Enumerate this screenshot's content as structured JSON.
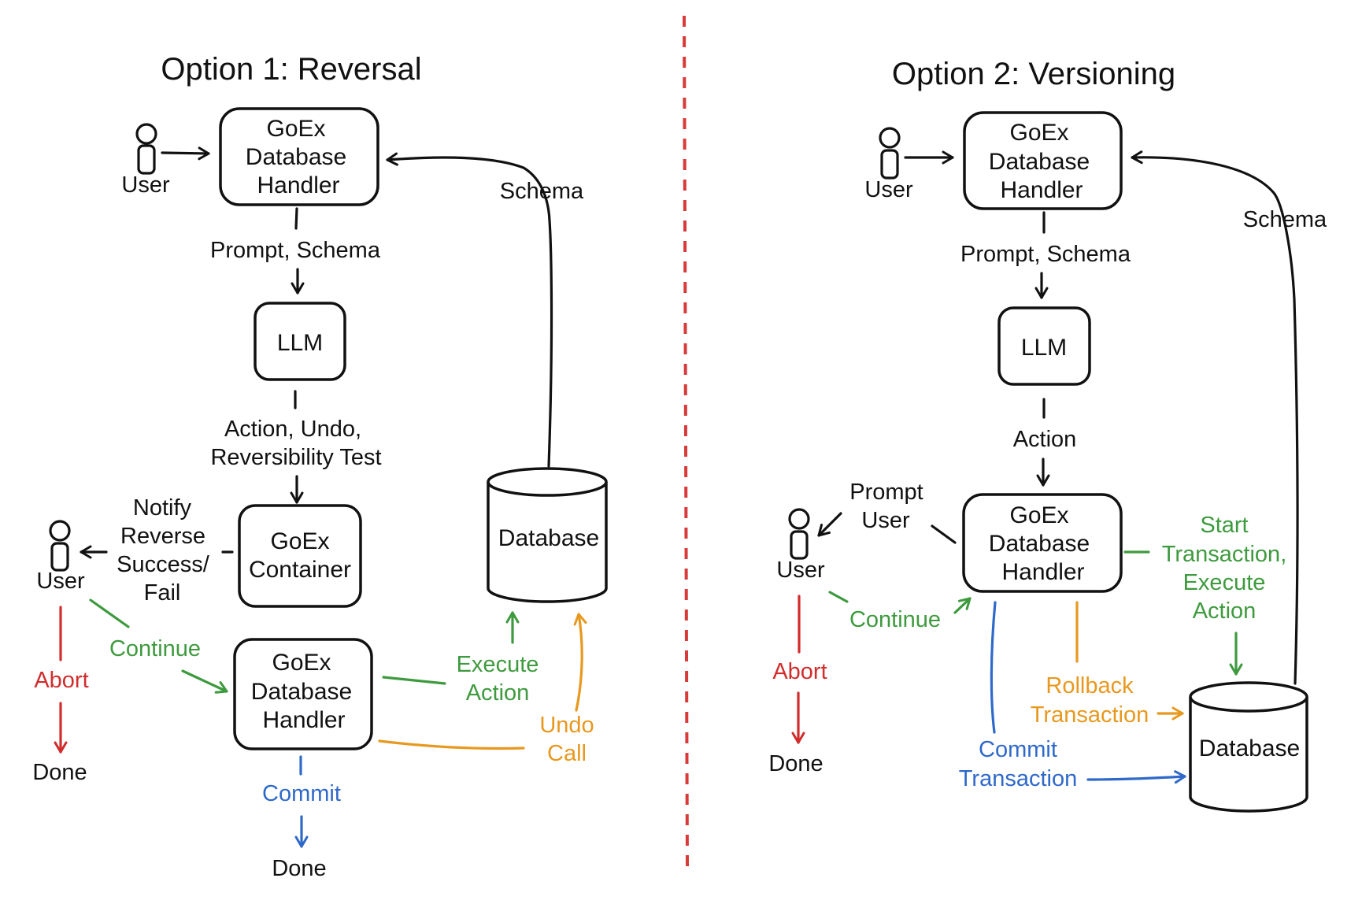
{
  "colors": {
    "ink": "#111111",
    "green": "#3e9a3e",
    "red": "#d12d2d",
    "blue": "#2f69c9",
    "orange": "#e8981e",
    "divider": "#d83a3a"
  },
  "option1": {
    "title": "Option 1: Reversal",
    "user_top": "User",
    "handler_top": [
      "GoEx",
      "Database",
      "Handler"
    ],
    "schema": "Schema",
    "prompt_schema": "Prompt, Schema",
    "llm": "LLM",
    "llm_output": [
      "Action, Undo,",
      "Reversibility Test"
    ],
    "container": [
      "GoEx",
      "Container"
    ],
    "notify": [
      "Notify",
      "Reverse",
      "Success/",
      "Fail"
    ],
    "user_bottom": "User",
    "database": "Database",
    "continue": "Continue",
    "abort": "Abort",
    "done_left": "Done",
    "handler_bottom": [
      "GoEx",
      "Database",
      "Handler"
    ],
    "execute_action": [
      "Execute",
      "Action"
    ],
    "undo_call": [
      "Undo",
      "Call"
    ],
    "commit": "Commit",
    "done_bottom": "Done"
  },
  "option2": {
    "title": "Option 2: Versioning",
    "user_top": "User",
    "handler_top": [
      "GoEx",
      "Database",
      "Handler"
    ],
    "schema": "Schema",
    "prompt_schema": "Prompt, Schema",
    "llm": "LLM",
    "action": "Action",
    "prompt_user": [
      "Prompt",
      "User"
    ],
    "user_bottom": "User",
    "handler_bottom": [
      "GoEx",
      "Database",
      "Handler"
    ],
    "start_transaction": [
      "Start",
      "Transaction,",
      "Execute",
      "Action"
    ],
    "continue": "Continue",
    "abort": "Abort",
    "done": "Done",
    "rollback": [
      "Rollback",
      "Transaction"
    ],
    "commit_transaction": [
      "Commit",
      "Transaction"
    ],
    "database": "Database"
  }
}
